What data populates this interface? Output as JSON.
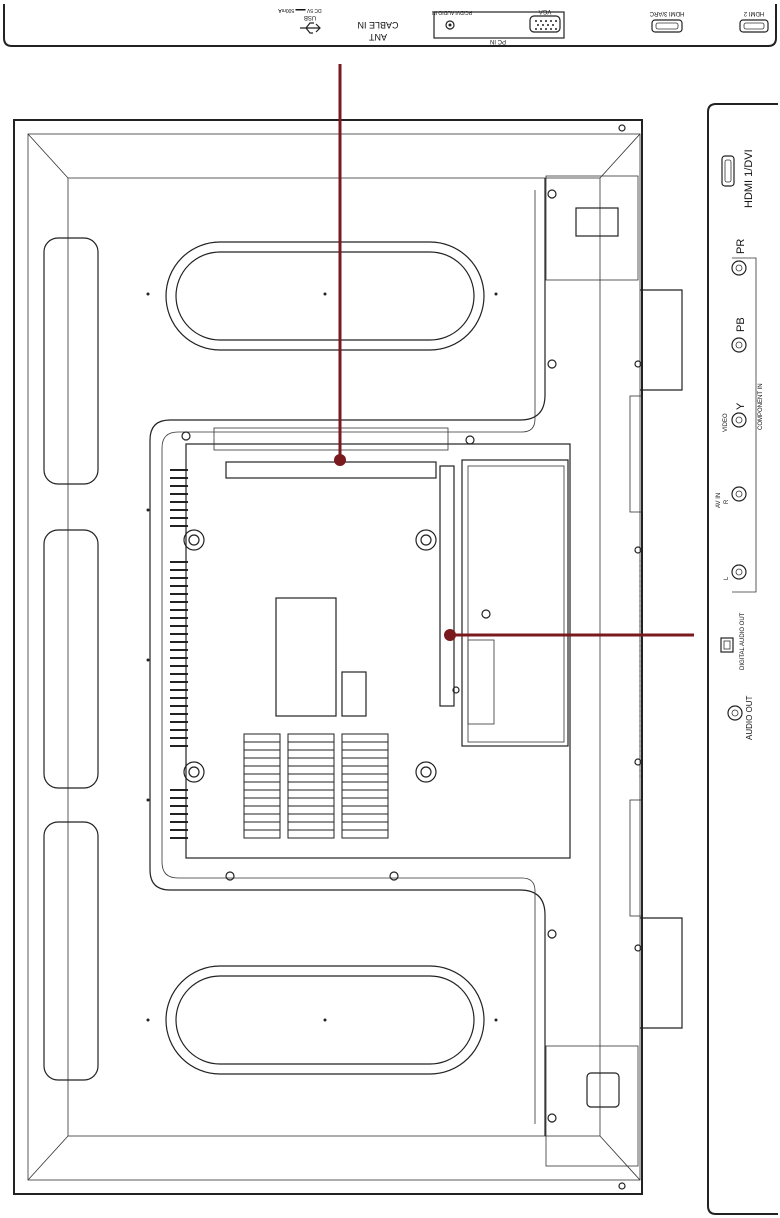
{
  "top_panel": {
    "hdmi2": "HDMI 2",
    "hdmi3": "HDMI 3/ARC",
    "vga": "VGA",
    "pc_in": "PC IN",
    "pc_dvi_audio": "PC/DVI AUDIO IN",
    "ant": "ANT",
    "cable_in": "CABLE IN",
    "usb": "USB",
    "dc": "DC 5V ▬▬ 500mA"
  },
  "side_panel": {
    "hdmi1": "HDMI 1/DVI",
    "pr": "PR",
    "pb": "PB",
    "y": "Y",
    "component_in": "COMPONENT IN",
    "video": "VIDEO",
    "av_in": "AV IN",
    "r": "R",
    "l": "L",
    "digital_audio_out": "DIGITAL AUDIO OUT",
    "audio_out": "AUDIO OUT"
  },
  "colors": {
    "callout": "#7a1a1e",
    "line": "#222222"
  }
}
